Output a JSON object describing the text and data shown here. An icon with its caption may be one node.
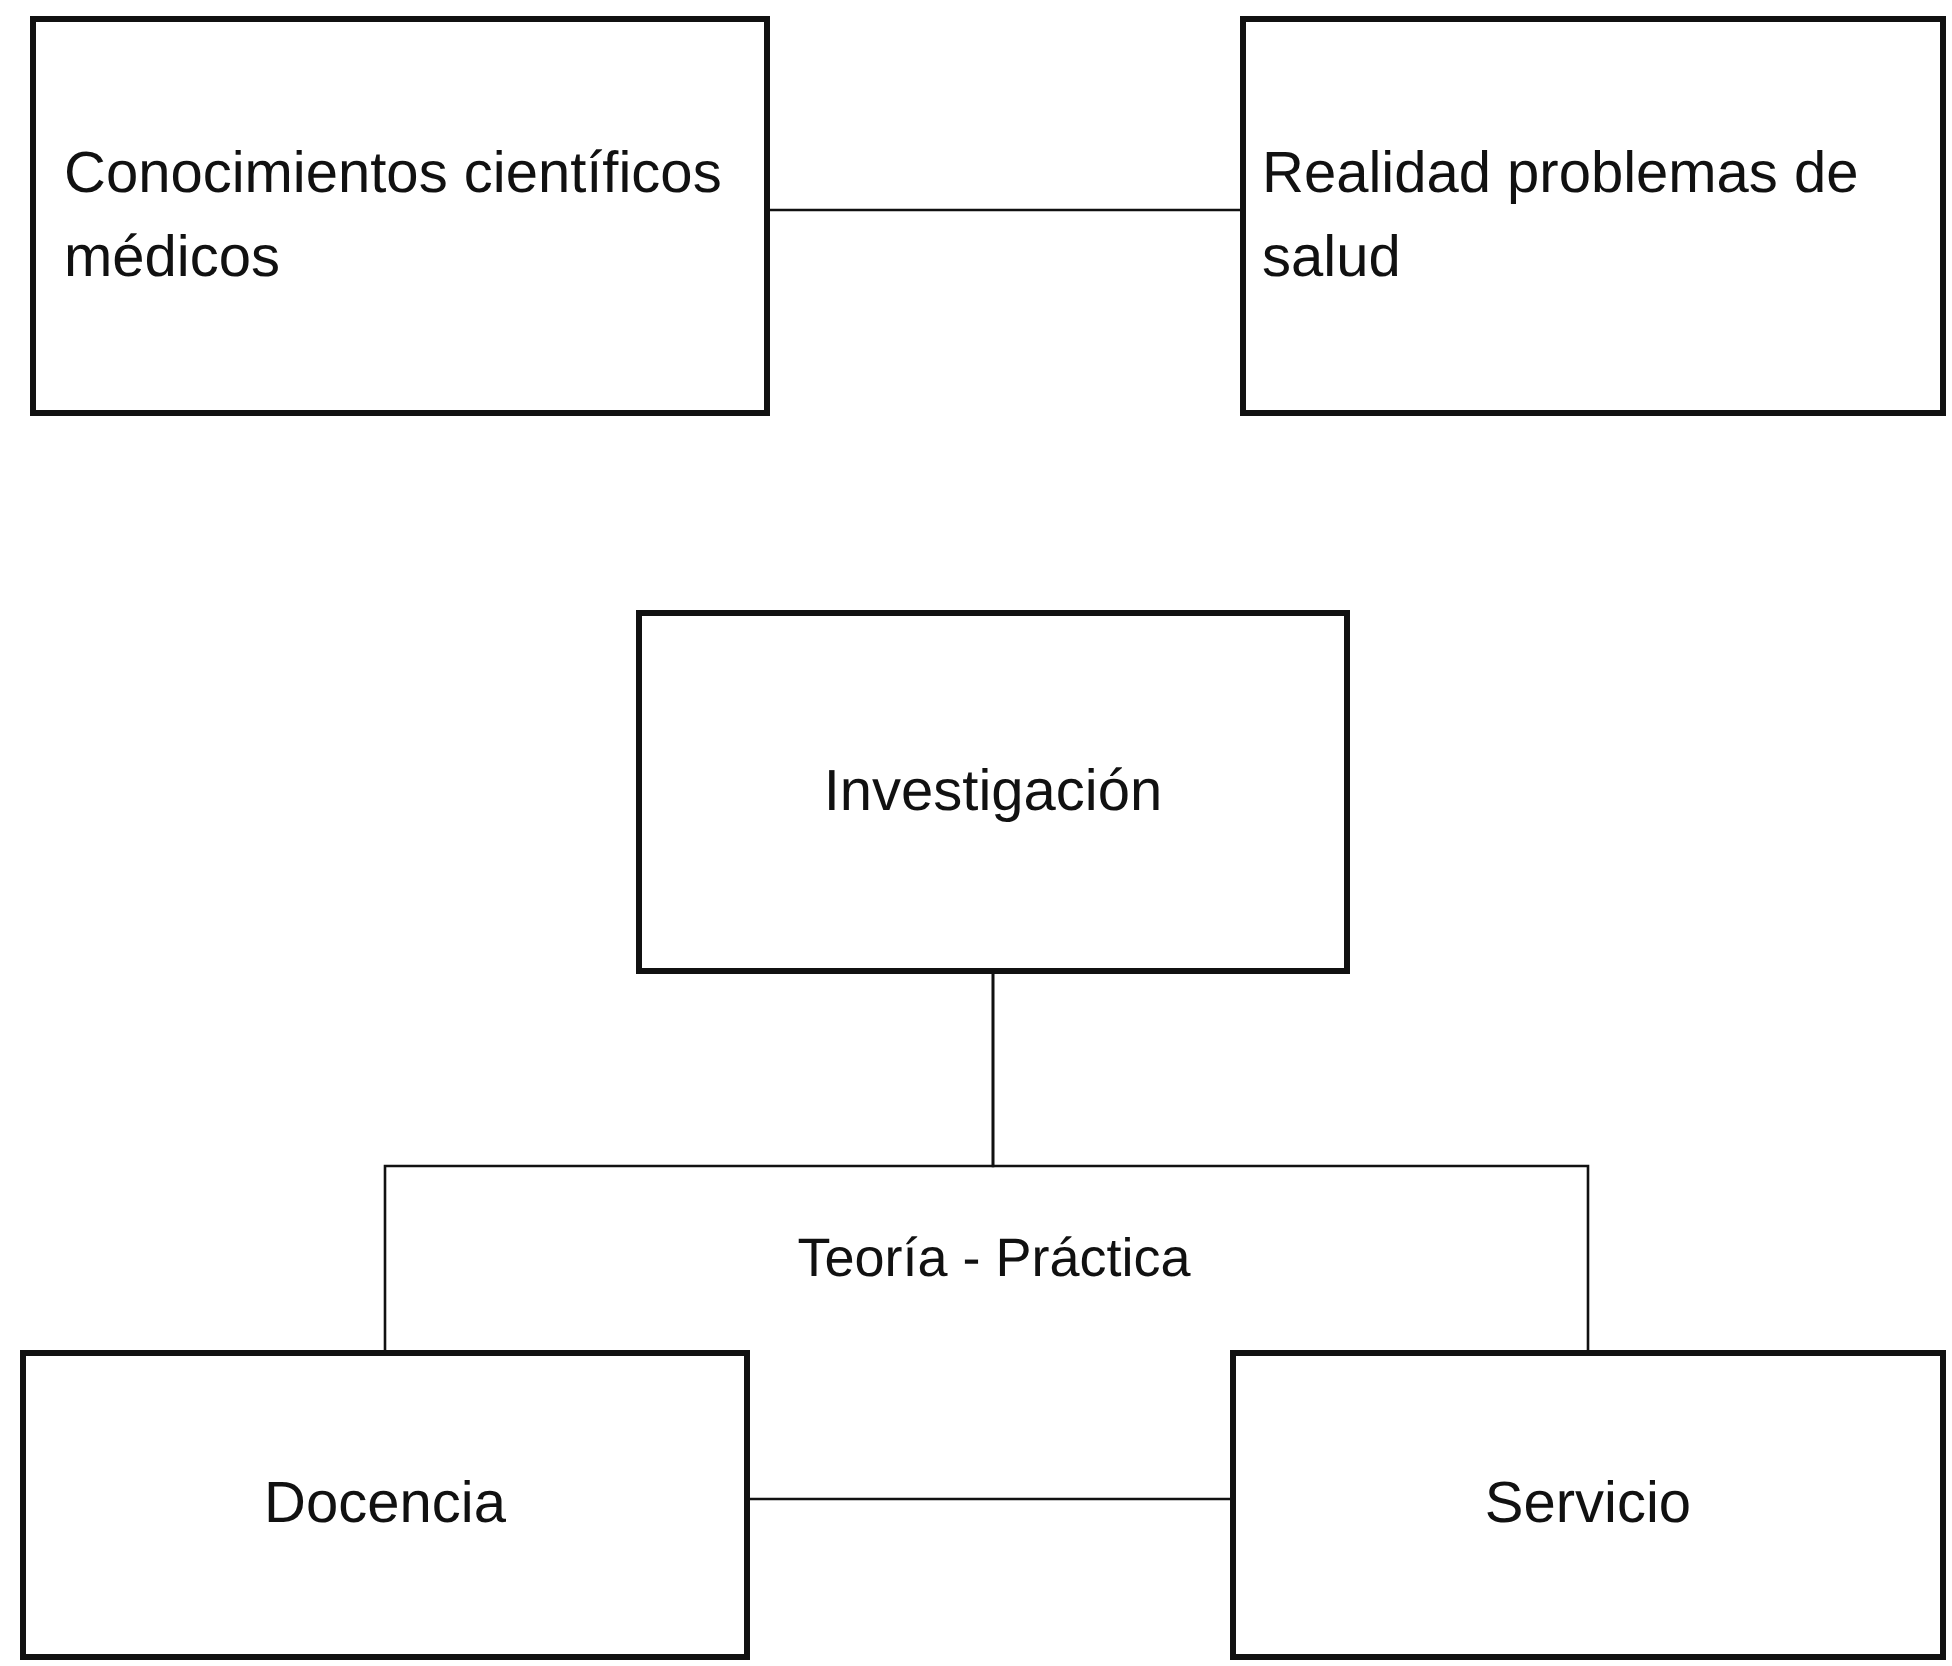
{
  "diagram": {
    "nodes": [
      {
        "text": [
          "Conocimientos científicos médicos"
        ]
      },
      {
        "text": [
          "Realidad problemas de salud"
        ]
      },
      {
        "text": [
          "Investigación"
        ]
      },
      {
        "text": [
          "Docencia"
        ]
      },
      {
        "text": [
          "Servicio"
        ]
      }
    ],
    "edges": [
      {
        "from": 0,
        "to": 1,
        "arrow": "none"
      },
      {
        "from": 2,
        "to": 3,
        "arrow": "none"
      },
      {
        "from": 2,
        "to": 4,
        "arrow": "none"
      },
      {
        "from": 3,
        "to": 4,
        "arrow": "none"
      }
    ],
    "labels": [
      "Teoría - Práctica"
    ]
  }
}
